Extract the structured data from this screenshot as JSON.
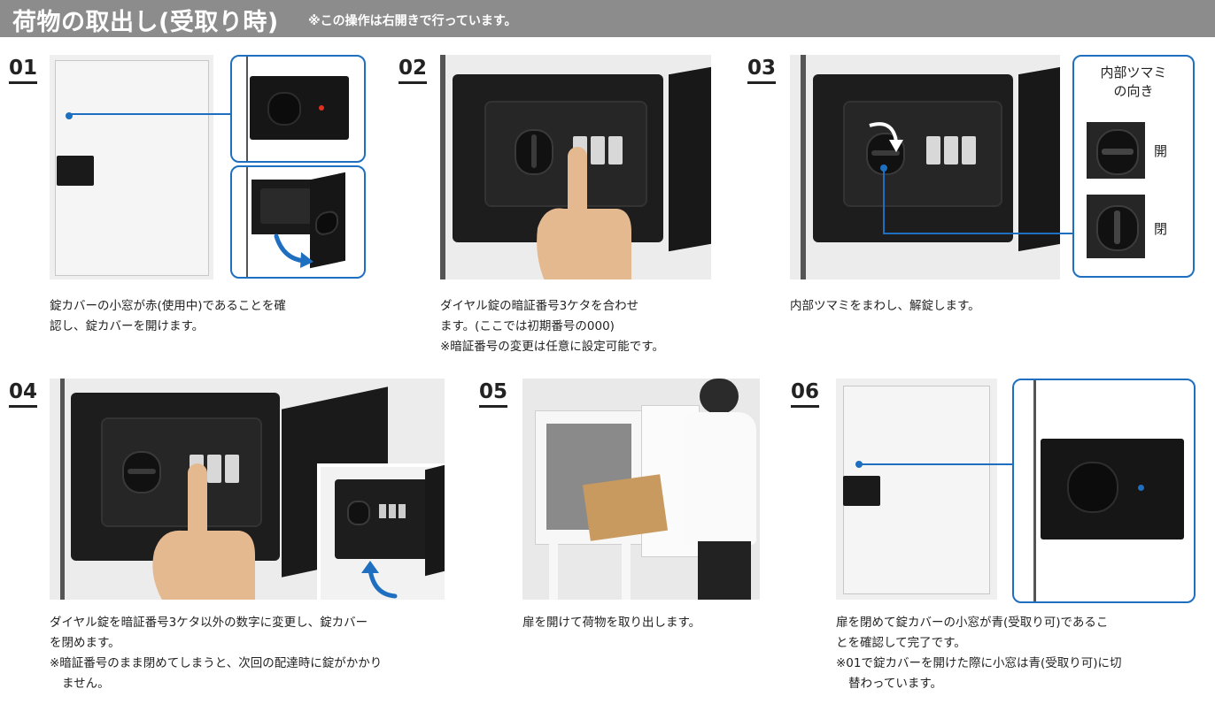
{
  "header": {
    "title": "荷物の取出し(受取り時)",
    "note": "※この操作は右開きで行っています。"
  },
  "steps": {
    "s01": {
      "num": "01",
      "lines": [
        "錠カバーの小窓が赤(使用中)であることを確",
        "認し、錠カバーを開けます。"
      ]
    },
    "s02": {
      "num": "02",
      "lines": [
        "ダイヤル錠の暗証番号3ケタを合わせ",
        "ます。(ここでは初期番号の000)",
        "※暗証番号の変更は任意に設定可能です。"
      ]
    },
    "s03": {
      "num": "03",
      "lines": [
        "内部ツマミをまわし、解錠します。"
      ],
      "knob_title": [
        "内部ツマミ",
        "の向き"
      ],
      "open_label": "開",
      "close_label": "閉"
    },
    "s04": {
      "num": "04",
      "lines": [
        "ダイヤル錠を暗証番号3ケタ以外の数字に変更し、錠カバー",
        "を閉めます。",
        "※暗証番号のまま閉めてしまうと、次回の配達時に錠がかかり",
        "ません。"
      ]
    },
    "s05": {
      "num": "05",
      "lines": [
        "扉を開けて荷物を取り出します。"
      ]
    },
    "s06": {
      "num": "06",
      "lines": [
        "扉を閉めて錠カバーの小窓が青(受取り可)であるこ",
        "とを確認して完了です。",
        "※01で錠カバーを開けた際に小窓は青(受取り可)に切",
        "替わっています。"
      ]
    }
  },
  "colors": {
    "header_bg": "#8c8c8c",
    "callout_blue": "#1e6fc0",
    "indicator_red": "#e0301e",
    "indicator_blue": "#1e6fc0",
    "finger": "#e4b990"
  }
}
